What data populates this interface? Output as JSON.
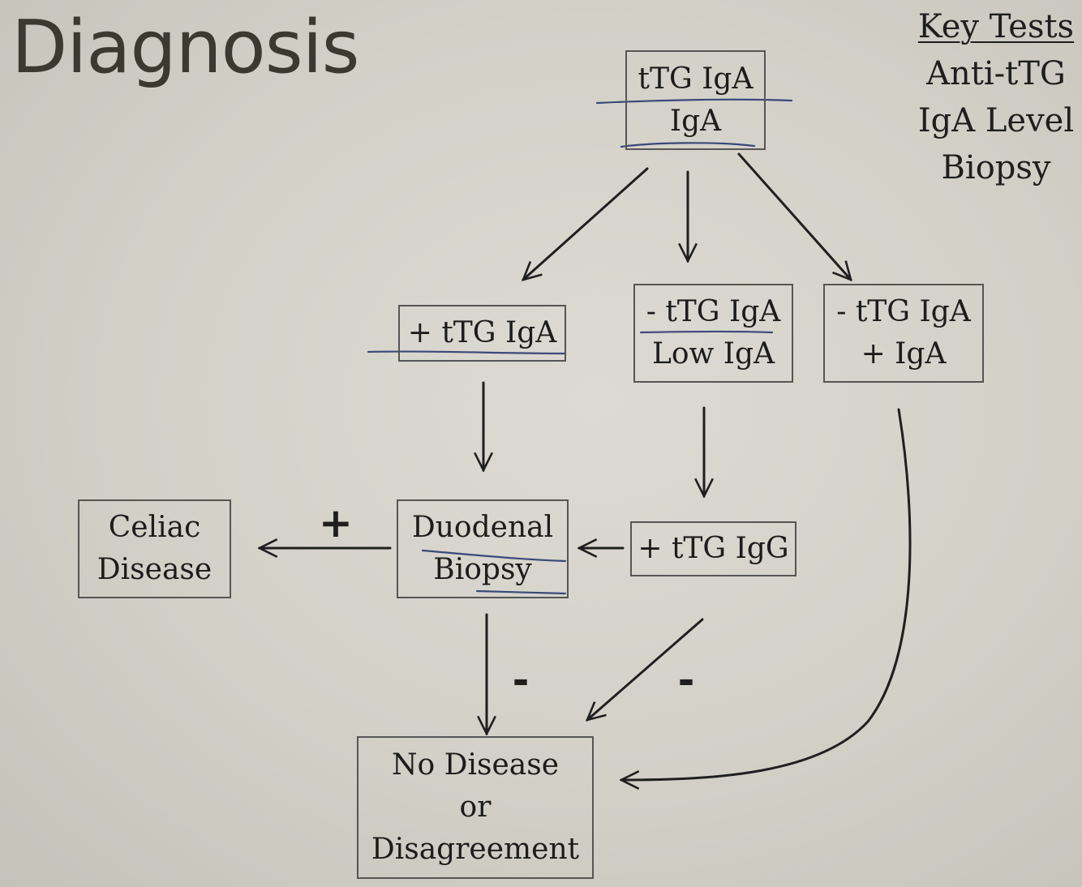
{
  "title": "Diagnosis",
  "key_tests": {
    "heading": "Key Tests",
    "items": [
      "Anti-tTG",
      "IgA Level",
      "Biopsy"
    ]
  },
  "nodes": {
    "start": [
      "tTG IgA",
      "IgA"
    ],
    "positive_ttg_iga": [
      "+ tTG IgA"
    ],
    "neg_ttg_low_iga": [
      "- tTG IgA",
      "Low IgA"
    ],
    "neg_ttg_pos_iga": [
      "- tTG IgA",
      "+  IgA"
    ],
    "duodenal_biopsy": [
      "Duodenal",
      "Biopsy"
    ],
    "positive_ttg_igg": [
      "+ tTG IgG"
    ],
    "celiac_disease": [
      "Celiac",
      "Disease"
    ],
    "no_disease": [
      "No Disease",
      "or",
      "Disagreement"
    ]
  },
  "edge_labels": {
    "biopsy_to_celiac": "+",
    "biopsy_to_no_disease": "-",
    "igg_to_no_disease": "-"
  },
  "colors": {
    "box_border": "#555555",
    "arrow": "#1f1f1f",
    "ink_annotation": "#2a3a70"
  }
}
